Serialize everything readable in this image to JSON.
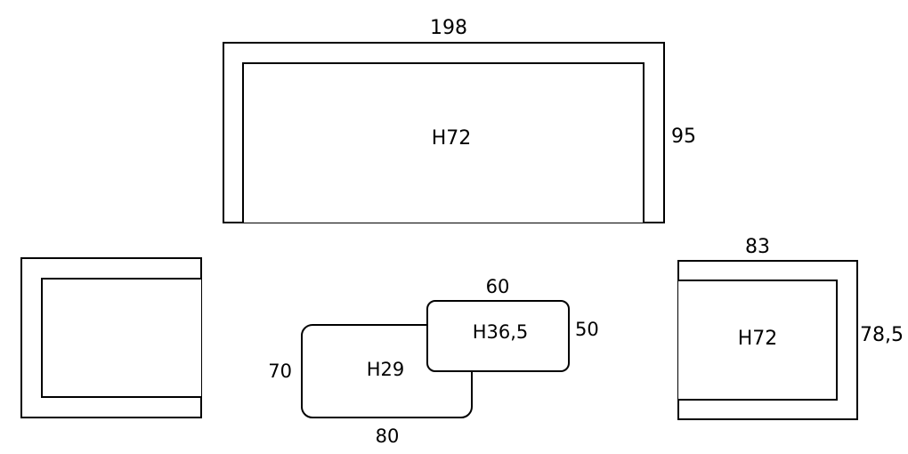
{
  "sofa": {
    "width": "198",
    "depth": "95",
    "height": "H72"
  },
  "armchair_left": {},
  "coffee_table_large": {
    "width": "80",
    "depth": "70",
    "height": "H29"
  },
  "coffee_table_small": {
    "width": "60",
    "depth": "50",
    "height": "H36,5"
  },
  "armchair_right": {
    "width": "83",
    "depth": "78,5",
    "height": "H72"
  }
}
